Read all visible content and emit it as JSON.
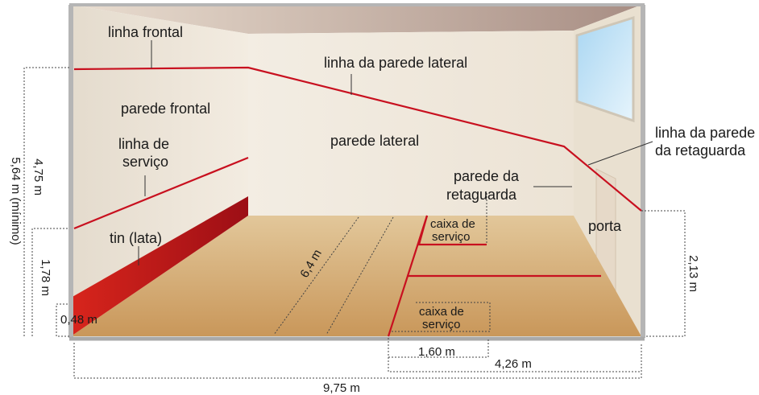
{
  "labels": {
    "front_line": "linha frontal",
    "side_wall_line": "linha da parede lateral",
    "front_wall": "parede frontal",
    "service_line_1": "linha de",
    "service_line_2": "serviço",
    "side_wall": "parede lateral",
    "back_wall_line_1": "linha da parede",
    "back_wall_line_2": "da retaguarda",
    "back_wall_1": "parede da",
    "back_wall_2": "retaguarda",
    "tin": "tin (lata)",
    "door": "porta",
    "service_box_upper_1": "caixa de",
    "service_box_upper_2": "serviço",
    "service_box_lower_1": "caixa de",
    "service_box_lower_2": "serviço"
  },
  "dimensions": {
    "total_height": "5,64 m (mínimo)",
    "front_line_height": "4,75 m",
    "service_line_height": "1,78 m",
    "tin_height": "0,48 m",
    "back_line_height": "2,13 m",
    "court_length": "6,4 m",
    "box_width": "1,60 m",
    "half_width": "4,26 m",
    "court_width": "9,75 m"
  },
  "colors": {
    "court_line": "#c8101f",
    "floor": "#d2a96a",
    "wall": "#efe6d8",
    "tin": "#c4161c"
  }
}
